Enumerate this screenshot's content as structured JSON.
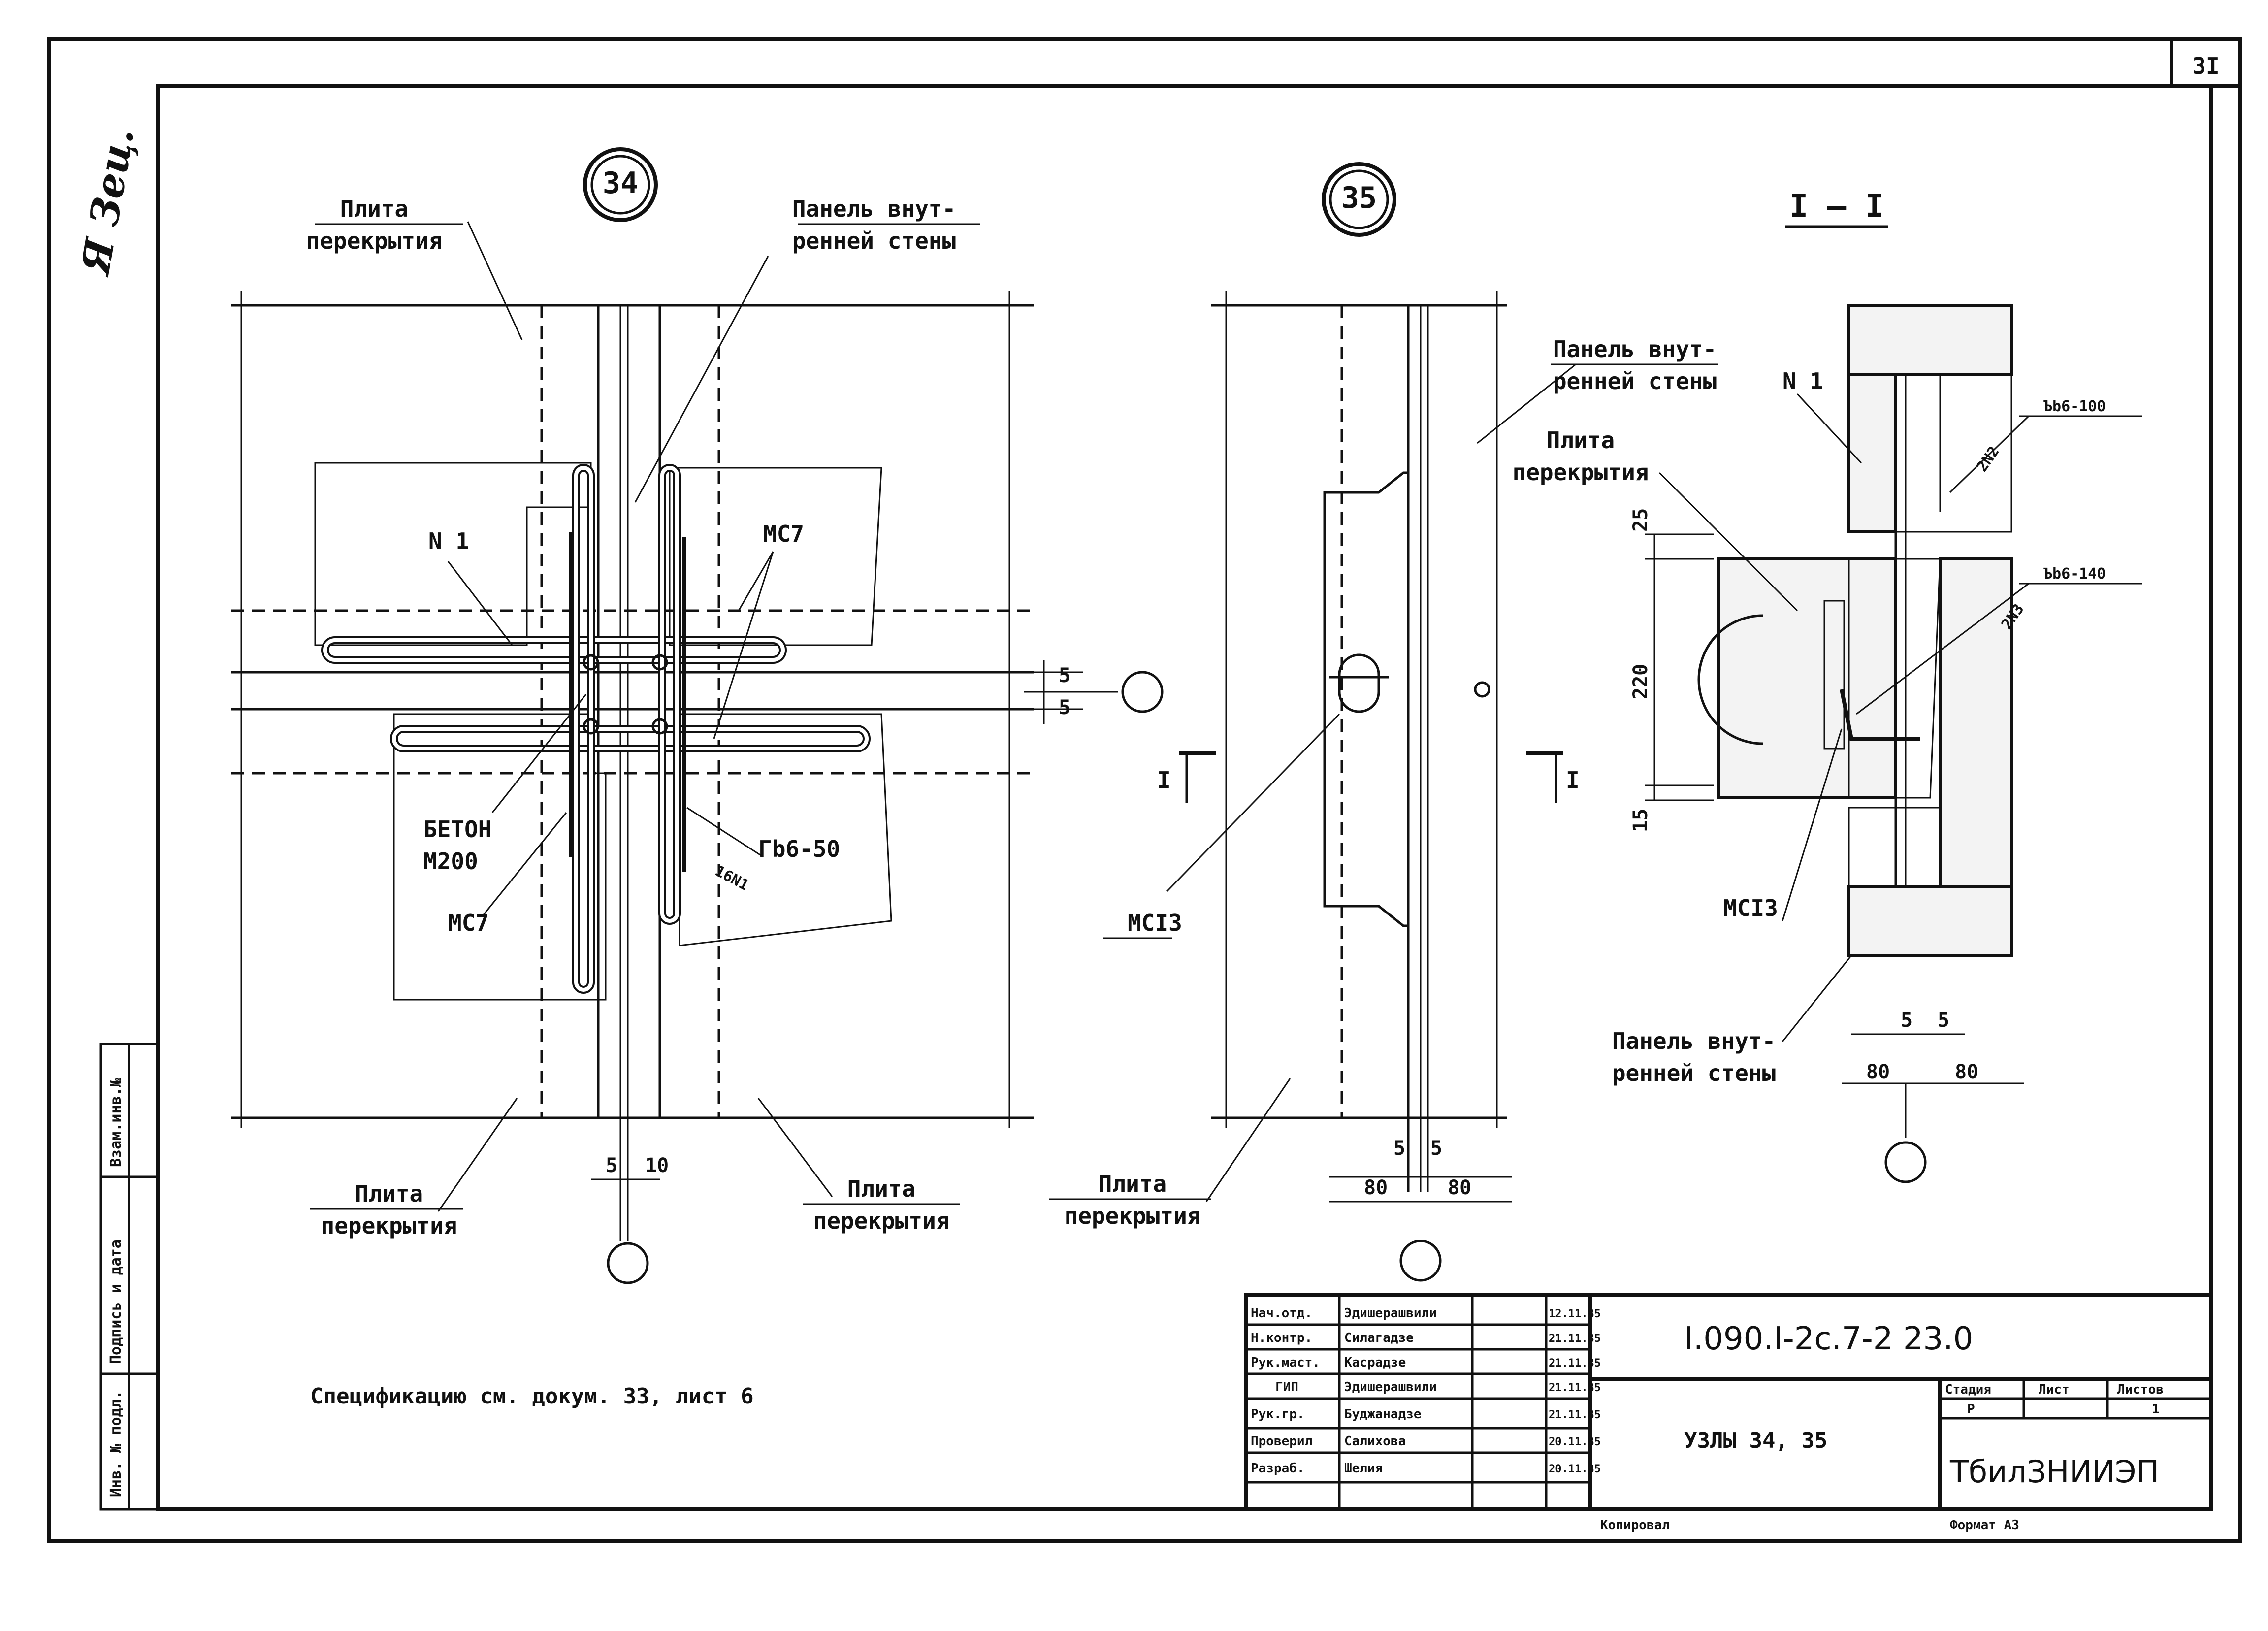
{
  "sheet_number": "3I",
  "margin_note": "Я Зец.",
  "nodes": {
    "n34": {
      "marker": "34",
      "labels": {
        "slab_top": [
          "Плита",
          "перекрытия"
        ],
        "panel_top": [
          "Панель внут-",
          "ренней стены"
        ],
        "n1": "N 1",
        "mc7_right": "МС7",
        "concrete": [
          "БЕТОН",
          "М200"
        ],
        "mc7_left": "МС7",
        "bar_callout": "Гb6-50",
        "bar_count": "16N1",
        "slab_bottom_left": [
          "Плита",
          "перекрытия"
        ],
        "slab_bottom_right": [
          "Плита",
          "перекрытия"
        ]
      },
      "dims": {
        "gap_a": "5",
        "gap_b": "5",
        "gap_c": "5",
        "gap_d": "10"
      }
    },
    "n35": {
      "marker": "35",
      "labels": {
        "mc13": "МСI3",
        "slab": [
          "Плита",
          "перекрытия"
        ],
        "section_left": "I",
        "section_right": "I"
      },
      "dims": {
        "d1": "5",
        "d2": "5",
        "w1": "80",
        "w2": "80"
      }
    },
    "s11": {
      "title": "I — I",
      "labels": {
        "panel_top": [
          "Панель внут-",
          "ренней стены"
        ],
        "n1": "N 1",
        "slab": [
          "Плита",
          "перекрытия"
        ],
        "callout_top": "Ъb6-100",
        "count_top": "2N2",
        "callout_mid": "Ъb6-140",
        "count_mid": "2N3",
        "mc13": "МСI3",
        "panel_bottom": [
          "Панель внут-",
          "ренней стены"
        ]
      },
      "dims": {
        "h_top": "25",
        "h_mid": "220",
        "h_bot": "15",
        "g1": "5",
        "g2": "5",
        "w1": "80",
        "w2": "80"
      }
    }
  },
  "spec_note": "Спецификацию см. докум. 33, лист 6",
  "left_strip": [
    "Инв. № подл.",
    "Подпись и дата",
    "Взам.инв.№"
  ],
  "title_block": {
    "rows": [
      {
        "role": "Нач.отд.",
        "name": "Эдишерашвили",
        "date": "12.11.85"
      },
      {
        "role": "Н.контр.",
        "name": "Силагадзе",
        "date": "21.11.85"
      },
      {
        "role": "Рук.маст.",
        "name": "Касрадзе",
        "date": "21.11.85"
      },
      {
        "role": "ГИП",
        "name": "Эдишерашвили",
        "date": "21.11.85"
      },
      {
        "role": "Рук.гр.",
        "name": "Буджанадзе",
        "date": "21.11.85"
      },
      {
        "role": "Проверил",
        "name": "Салихова",
        "date": "20.11.85"
      },
      {
        "role": "Разраб.",
        "name": "Шелия",
        "date": "20.11.85"
      }
    ],
    "document_code": "I.090.I-2с.7-2   23.0",
    "drawing_title": "УЗЛЫ 34, 35",
    "stage_header": "Стадия",
    "sheet_header": "Лист",
    "sheets_header": "Листов",
    "stage": "Р",
    "sheets_total": "1",
    "organization": "ТбилЗНИИЭП",
    "copied": "Копировал",
    "format": "Формат А3"
  }
}
